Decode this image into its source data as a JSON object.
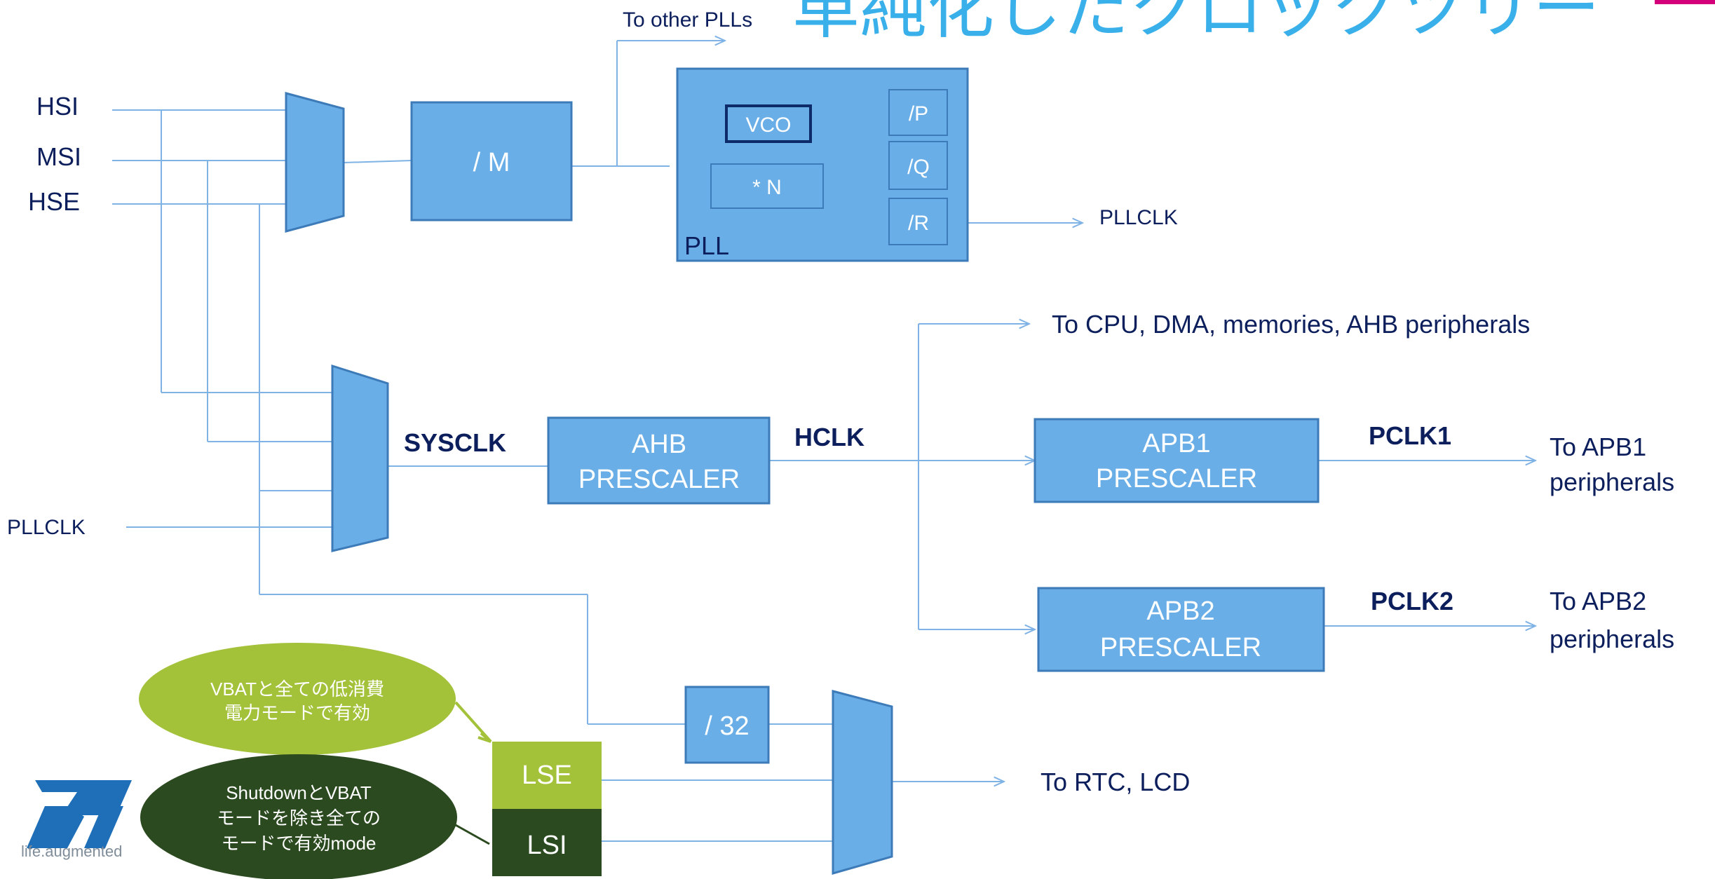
{
  "title": "単純化したクロックツリー",
  "inputs": {
    "hsi": "HSI",
    "msi": "MSI",
    "hse": "HSE",
    "pllclk_in": "PLLCLK"
  },
  "blocks": {
    "divider_m": "/ M",
    "pll": "PLL",
    "vco": "VCO",
    "mult_n": "* N",
    "div_p": "/P",
    "div_q": "/Q",
    "div_r": "/R",
    "ahb_line1": "AHB",
    "ahb_line2": "PRESCALER",
    "apb1_line1": "APB1",
    "apb1_line2": "PRESCALER",
    "apb2_line1": "APB2",
    "apb2_line2": "PRESCALER",
    "div32": "/ 32",
    "lse": "LSE",
    "lsi": "LSI"
  },
  "signals": {
    "sysclk": "SYSCLK",
    "hclk": "HCLK",
    "pclk1": "PCLK1",
    "pclk2": "PCLK2"
  },
  "outputs": {
    "to_other_plls": "To other PLLs",
    "pllclk_out": "PLLCLK",
    "to_cpu": "To CPU, DMA, memories, AHB peripherals",
    "to_apb1_line1": "To APB1",
    "to_apb1_line2": "peripherals",
    "to_apb2_line1": "To APB2",
    "to_apb2_line2": "peripherals",
    "to_rtc": "To RTC, LCD"
  },
  "notes": {
    "lse_note_line1": "VBATと全ての低消費",
    "lse_note_line2": "電力モードで有効",
    "lsi_note_line1": "ShutdownとVBAT",
    "lsi_note_line2": "モードを除き全ての",
    "lsi_note_line3": "モードで有効mode"
  },
  "logo": {
    "tagline": "life.augmented"
  },
  "colors": {
    "block_fill": "#6aaee8",
    "block_stroke": "#3d7bb8",
    "wire": "#7fb2e5",
    "text_dark_blue": "#0c1f5c",
    "lse_green": "#a3c23a",
    "lsi_dark_green": "#2b4a1f",
    "bubble_light_green": "#a3c23a",
    "bubble_dark_green": "#2b4a1f",
    "title_cyan": "#3ab0ea",
    "logo_blue": "#1e6fb8"
  }
}
